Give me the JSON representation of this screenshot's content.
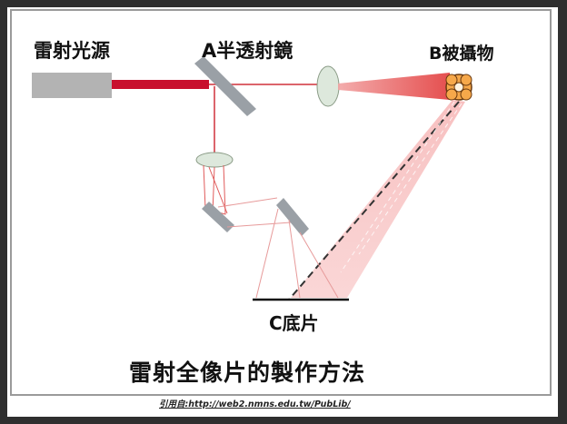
{
  "labels": {
    "laser_source": "雷射光源",
    "beam_splitter": "A半透射鏡",
    "object": "B被攝物",
    "film": "C底片",
    "caption": "雷射全像片的製作方法"
  },
  "citation": "引用自:http://web2.nmns.edu.tw/PubLib/",
  "colors": {
    "laser": "#c8102e",
    "beam_fan": "#f27b7b",
    "glass": "#9aa0a6",
    "source_box": "#b3b3b3",
    "lens": "#dde8dc"
  }
}
